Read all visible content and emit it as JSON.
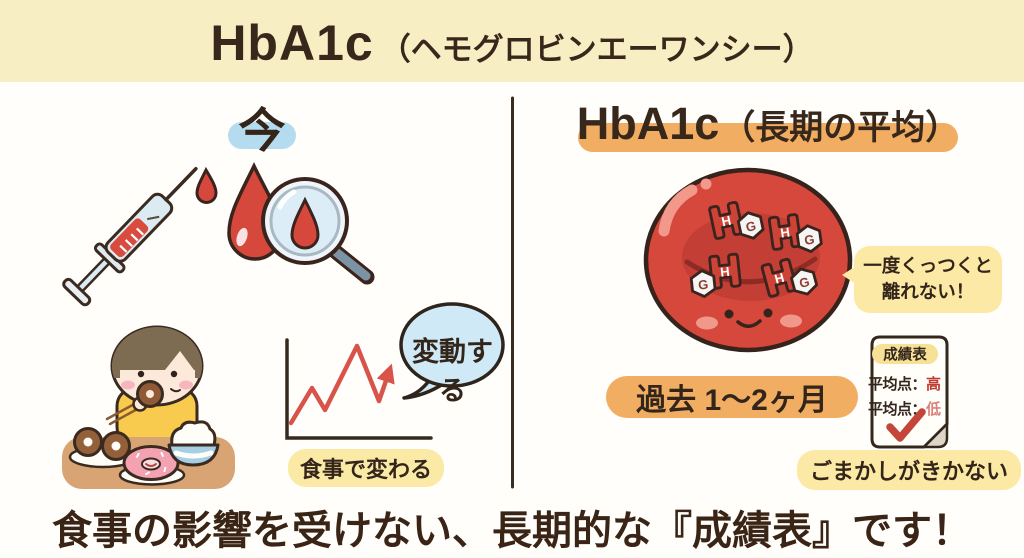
{
  "banner": {
    "title": "HbA1c",
    "subtitle": "（ヘモグロビンエーワンシー）"
  },
  "left": {
    "heading": "今",
    "bubble_label": "変動する",
    "chart_caption": "食事で変わる"
  },
  "right": {
    "title": "HbA1c",
    "subtitle": "（長期の平均）",
    "callout_line1": "一度くっつくと",
    "callout_line2": "離れない！",
    "period_label": "過去 1〜2ヶ月",
    "cheat_label": "ごまかしがきかない",
    "cell": {
      "h": "H",
      "g": "G"
    },
    "report_card": {
      "title": "成績表",
      "rows": [
        {
          "label": "平均点：",
          "value": "高"
        },
        {
          "label": "平均点：",
          "value": "低"
        }
      ]
    }
  },
  "footer": {
    "text": "食事の影響を受けない、長期的な『成績表』です！"
  },
  "icons": {
    "syringe": "syringe-icon",
    "blood_drop": "blood-drop-icon",
    "magnifier": "magnifying-glass-icon",
    "child_eating": "child-eating-donuts-icon",
    "trend_chart": "fluctuating-line-chart-icon",
    "speech_bubble": "speech-bubble-icon",
    "red_blood_cell": "red-blood-cell-icon",
    "hemoglobin_glucose": "hemoglobin-glucose-pair-icon",
    "report_card": "report-card-icon",
    "checkmark": "checkmark-icon"
  },
  "colors": {
    "banner_bg": "#f8eec3",
    "page_bg": "#fffefb",
    "text_brown": "#38281c",
    "highlight_orange": "#f1ae63",
    "highlight_yellow": "#fbe9a6",
    "callout_yellow": "#fce9a5",
    "highlight_blue": "#b5dcee",
    "bubble_blue": "#cfe9f6",
    "blood_red": "#d6473c",
    "chart_line_red": "#d8534a",
    "grade_high_red": "#bf3a30",
    "grade_low_red": "#d9827c",
    "check_red": "#c4463a"
  }
}
